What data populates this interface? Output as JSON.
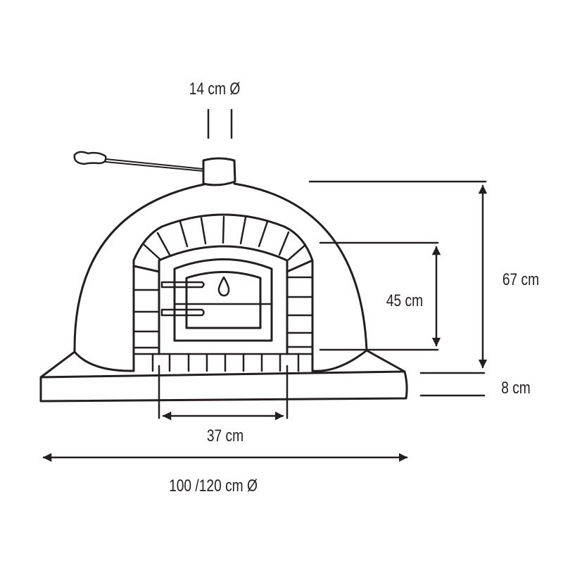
{
  "diagram": {
    "colors": {
      "stroke": "#231f20",
      "background": "#ffffff"
    },
    "labels": {
      "flue_diameter": "14 cm  Ø",
      "total_height": "67 cm",
      "door_height": "45 cm",
      "base_thickness": "8 cm",
      "door_width": "37 cm",
      "outer_diameter": "100 /120 cm  Ø"
    },
    "icons": {
      "door_vent": "drop-icon"
    }
  }
}
